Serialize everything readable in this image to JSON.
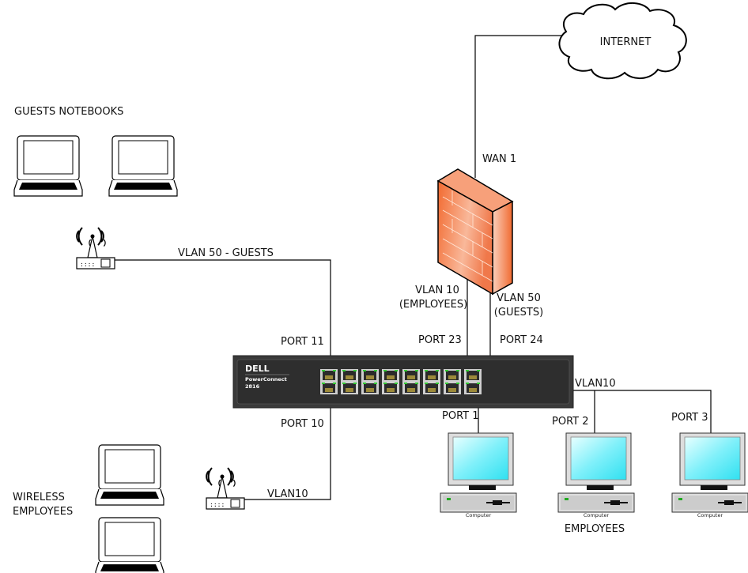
{
  "internet": {
    "label": "INTERNET"
  },
  "firewall": {
    "wan_label": "WAN 1",
    "vlan10_label_1": "VLAN 10",
    "vlan10_label_2": "(EMPLOYEES)",
    "vlan50_label_1": "VLAN 50",
    "vlan50_label_2": "(GUESTS)"
  },
  "switch": {
    "brand": "DELL",
    "model": "PowerConnect",
    "model_number": "2816"
  },
  "ports": {
    "p11": "PORT 11",
    "p23": "PORT 23",
    "p24": "PORT 24",
    "p10": "PORT 10",
    "p1": "PORT 1",
    "p2": "PORT 2",
    "p3": "PORT 3"
  },
  "guests": {
    "title": "GUESTS NOTEBOOKS",
    "link_label": "VLAN 50 - GUESTS"
  },
  "wireless": {
    "title_1": "WIRELESS",
    "title_2": "EMPLOYEES",
    "link_label": "VLAN10"
  },
  "employees": {
    "title": "EMPLOYEES",
    "link_label": "VLAN10",
    "computer_label": "Computer"
  },
  "colors": {
    "firewall": "#f26a30",
    "screen": "#3fe6f5",
    "switch": "#3a3a3a"
  }
}
